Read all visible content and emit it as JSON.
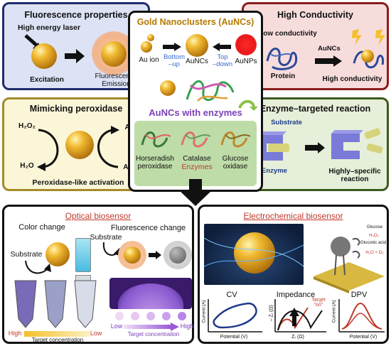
{
  "fluorescence": {
    "title": "Fluorescence properties",
    "laser": "High energy laser",
    "excitation": "Excitation",
    "emission": "Fluorescence\nEmission"
  },
  "conductivity": {
    "title": "High Conductivity",
    "low": "Low conductivity",
    "aunc": "AuNCs",
    "protein": "Protein",
    "high": "High conductivity"
  },
  "center": {
    "title": "Gold Nanoclusters (AuNCs)",
    "au_ion": "Au ion",
    "bottom_up": "Bottom\n–up",
    "auncs": "AuNCs",
    "top_down": "Top\n–down",
    "aunps": "AuNPs",
    "with_enzymes": "AuNCs with enzymes",
    "enz1": "Horseradish\nperoxidase",
    "enz2": "Catalase",
    "enz3": "Glucose\noxidase",
    "enzymes": "Enzymes"
  },
  "peroxidase": {
    "title": "Mimicking peroxidase",
    "h2o2": "H₂O₂",
    "h2o": "H₂O",
    "aox": "Aₒₓ",
    "ared": "Aᵣₑd",
    "activation": "Peroxidase-like activation"
  },
  "enzyme_reaction": {
    "title": "Enzyme–targeted reaction",
    "substrate": "Substrate",
    "enzyme": "Enzyme",
    "result": "Highly–specific\nreaction"
  },
  "optical": {
    "title": "Optical biosensor",
    "color_change": "Color change",
    "fluor_change": "Fluorescence change",
    "substrate1": "Substrate",
    "substrate2": "Substrate",
    "high1": "High",
    "low1": "Low",
    "target1": "Target concentration",
    "low2": "Low",
    "high2": "High",
    "target2": "Target concentration"
  },
  "electro": {
    "title": "Electrochemical biosensor",
    "glucose": "Glucose",
    "h2o2": "H₂O₂",
    "gluconic": "Gluconic acid",
    "products": "H₂O + O₂",
    "cv": "CV",
    "impedance": "Impedance",
    "dpv": "DPV",
    "target_on": "Target\n\"on\"",
    "current1": "Current (A)",
    "potential1": "Potential (V)",
    "zi": "– Zᵢ (Ω)",
    "zr": "Zᵣ (Ω)",
    "current2": "Current (A)",
    "potential2": "Potential (V)"
  },
  "colors": {
    "blue_panel": "#dde3f5",
    "pink_panel": "#f7dcdc",
    "yellow_panel": "#fbf6d8",
    "green_panel": "#e6efd9",
    "accent_purple": "#7b3fb8",
    "accent_red": "#c0392b"
  }
}
